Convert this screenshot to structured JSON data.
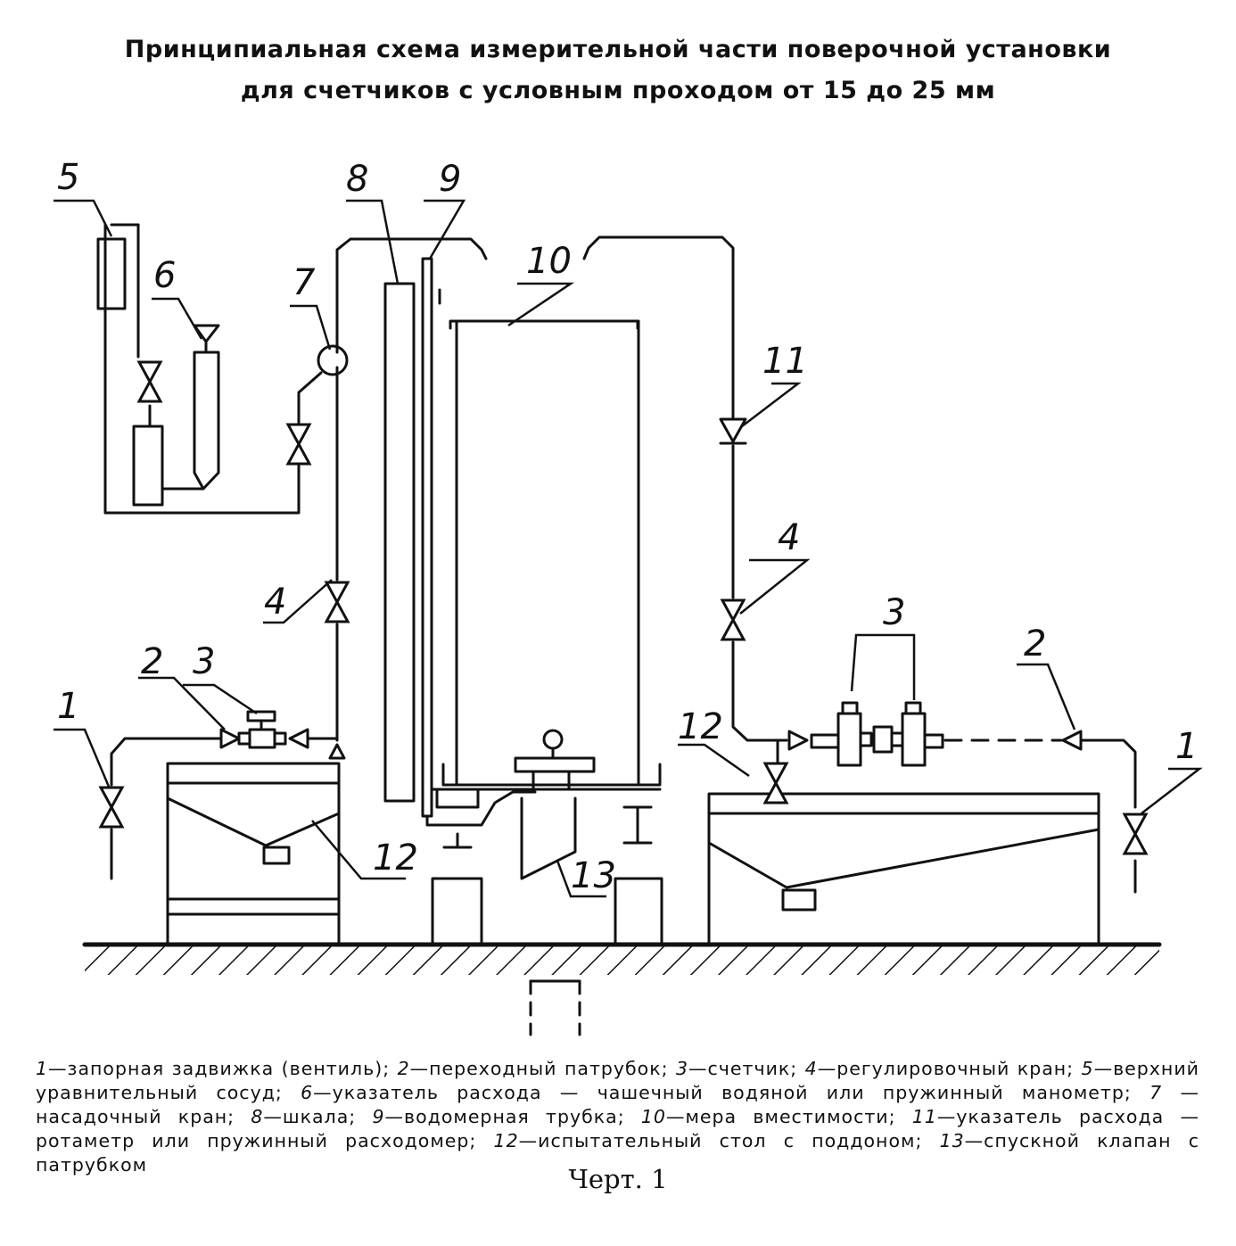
{
  "title": {
    "line1": "Принципиальная схема измерительной части поверочной установки",
    "line2": "для счетчиков с условным проходом от 15 до 25 мм"
  },
  "labels": {
    "n1": "1",
    "n2": "2",
    "n3": "3",
    "n4": "4",
    "n5": "5",
    "n6": "6",
    "n7": "7",
    "n8": "8",
    "n9": "9",
    "n10": "10",
    "n11": "11",
    "n12": "12",
    "n13": "13"
  },
  "legend": [
    {
      "num": "1",
      "text": "—запорная задвижка (вентиль); "
    },
    {
      "num": "2",
      "text": "—переходный патрубок; "
    },
    {
      "num": "3",
      "text": "—счетчик; "
    },
    {
      "num": "4",
      "text": "—регулировочный кран; "
    },
    {
      "num": "5",
      "text": "—верхний уравнительный сосуд; "
    },
    {
      "num": "6",
      "text": "—указатель расхода — чашечный водяной или пружинный манометр; "
    },
    {
      "num": "7",
      "text": " — насадочный кран; "
    },
    {
      "num": "8",
      "text": "—шкала; "
    },
    {
      "num": "9",
      "text": "—водомерная трубка; "
    },
    {
      "num": "10",
      "text": "—мера вместимости; "
    },
    {
      "num": "11",
      "text": "—указатель расхода — ротаметр или пружинный расходомер; "
    },
    {
      "num": "12",
      "text": "—испытательный стол с поддоном; "
    },
    {
      "num": "13",
      "text": "—спускной клапан с патрубком"
    }
  ],
  "figure_caption": "Черт. 1"
}
